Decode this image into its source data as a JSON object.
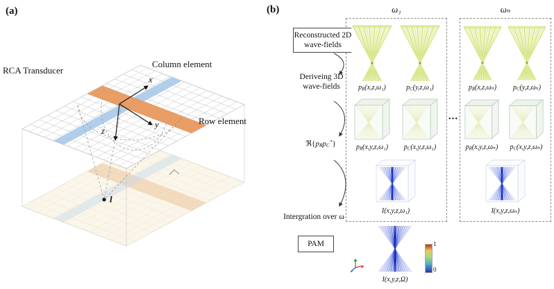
{
  "panel_a": {
    "tag": "(a)",
    "transducer_label": "RCA Transducer",
    "column_label": "Column element",
    "row_label": "Row element",
    "axis_x": "x",
    "axis_y": "y",
    "axis_z": "z",
    "point_label": "l",
    "colors": {
      "band_orange": "#e8995f",
      "band_blue": "#a9c9e9"
    }
  },
  "panel_b": {
    "tag": "(b)",
    "group1_title": "ω₁",
    "group2_title": "ωₙ",
    "ellipsis": "...",
    "step_reconstructed": "Reconstructed 2D wave-fields",
    "step_deriving": "Deriveing 3D wave-fields",
    "real_op": {
      "open": "ℜ{",
      "p1": "p",
      "sub1": "R",
      "p2": "p",
      "sub2": "C",
      "star": "*",
      "close": "}"
    },
    "step_integration": "Intergration over ω",
    "pam_label": "PAM",
    "group1": {
      "label_2d_r": {
        "base": "p",
        "sub": "R",
        "args": "(x,z,ω₁)"
      },
      "label_2d_c": {
        "base": "p",
        "sub": "C",
        "args": "(y,z,ω₁)"
      },
      "label_3d_r": {
        "base": "p",
        "sub": "R",
        "args": "(x,y,z,ω₁)"
      },
      "label_3d_c": {
        "base": "p",
        "sub": "C",
        "args": "(x,y,z,ω₁)"
      },
      "label_i": {
        "base": "I",
        "args": "(x,y,z,ω₁)"
      }
    },
    "group2": {
      "label_2d_r": {
        "base": "p",
        "sub": "R",
        "args": "(x,z,ωₙ)"
      },
      "label_2d_c": {
        "base": "p",
        "sub": "C",
        "args": "(y,z,ωₙ)"
      },
      "label_3d_r": {
        "base": "p",
        "sub": "R",
        "args": "(x,y,z,ωₙ)"
      },
      "label_3d_c": {
        "base": "p",
        "sub": "C",
        "args": "(x,y,z,ωₙ)"
      },
      "label_i": {
        "base": "I",
        "args": "(x,y,z,ωₙ)"
      }
    },
    "final_label": {
      "base": "I",
      "args": "(x,y,z,Ω)"
    },
    "colorbar": {
      "max": "1",
      "min": "0"
    }
  }
}
